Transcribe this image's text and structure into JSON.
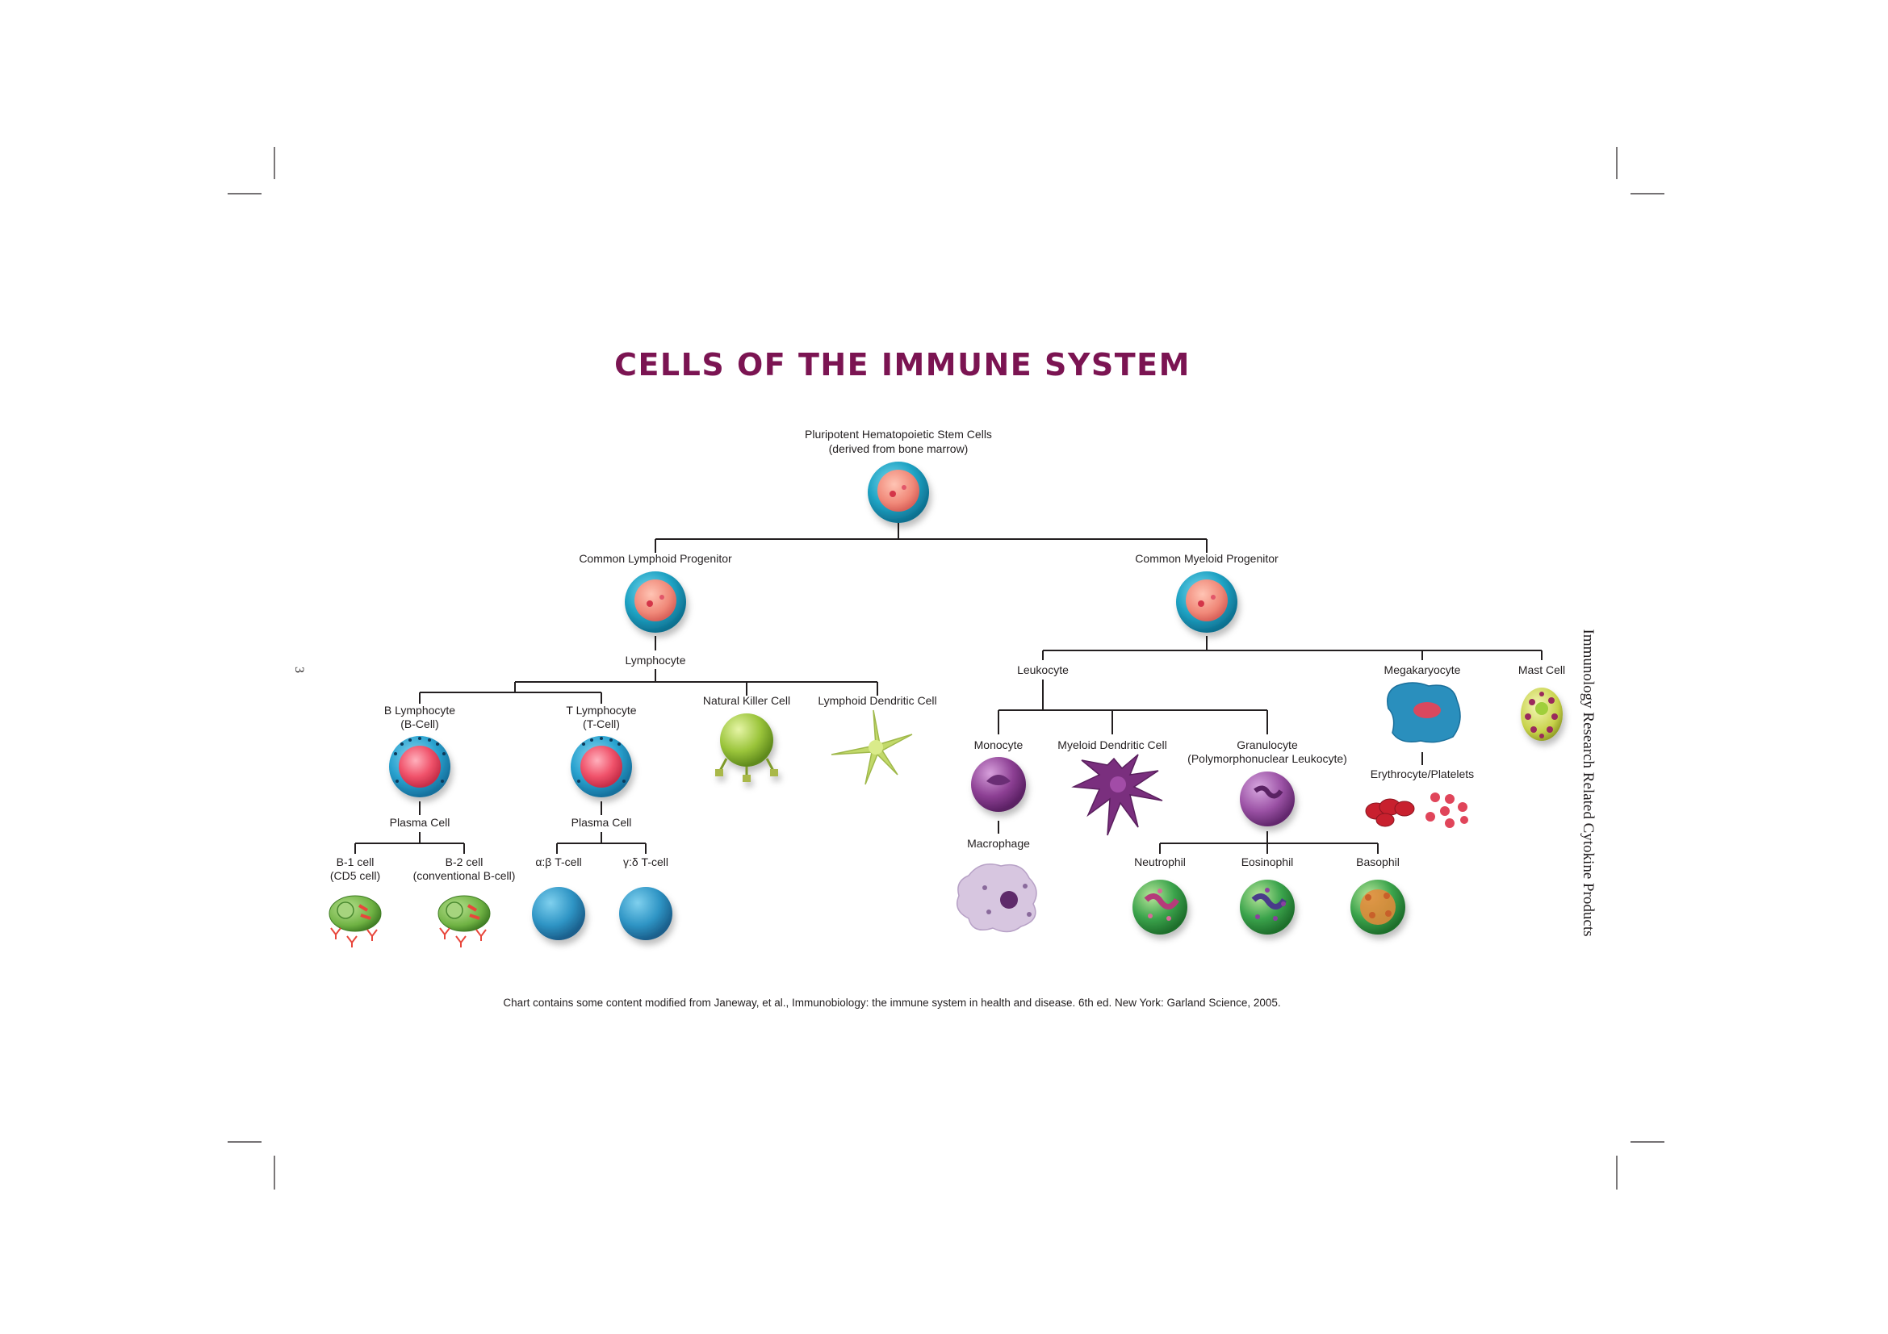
{
  "title": "CELLS OF THE IMMUNE SYSTEM",
  "side_text": "Immunology Research Related Cytokine Products",
  "page_number": "3",
  "footnote": "Chart contains some content modified from Janeway, et al., Immunobiology: the immune system in health and disease. 6th ed. New York: Garland Science, 2005.",
  "nodes": {
    "stem": [
      "Pluripotent Hematopoietic Stem Cells",
      "(derived from bone marrow)"
    ],
    "clp": "Common Lymphoid Progenitor",
    "cmp": "Common Myeloid Progenitor",
    "lymphocyte": "Lymphocyte",
    "leukocyte": "Leukocyte",
    "megakaryocyte": "Megakaryocyte",
    "mast": "Mast Cell",
    "b_lymph": [
      "B Lymphocyte",
      "(B-Cell)"
    ],
    "t_lymph": [
      "T Lymphocyte",
      "(T-Cell)"
    ],
    "nk": "Natural Killer Cell",
    "ldc": "Lymphoid Dendritic Cell",
    "monocyte": "Monocyte",
    "mdc": "Myeloid Dendritic Cell",
    "granulocyte": [
      "Granulocyte",
      "(Polymorphonuclear Leukocyte)"
    ],
    "erythro": "Erythrocyte/Platelets",
    "plasma_b": "Plasma Cell",
    "plasma_t": "Plasma Cell",
    "macrophage": "Macrophage",
    "b1": [
      "B-1 cell",
      "(CD5 cell)"
    ],
    "b2": [
      "B-2 cell",
      "(conventional B-cell)"
    ],
    "ab_t": "α:β T-cell",
    "gd_t": "γ:δ T-cell",
    "neutrophil": "Neutrophil",
    "eosinophil": "Eosinophil",
    "basophil": "Basophil"
  },
  "colors": {
    "title": "#7b1452",
    "progenitor_ring": "#1fa3c4",
    "progenitor_core": "#f0897a",
    "lymph_ring": "#2aa3d0",
    "lymph_core": "#f0536b",
    "t_cell": "#2f95c5",
    "nk": "#9ac43a",
    "ldc": "#c2d96a",
    "monocyte": "#8c3f93",
    "mdc": "#7a2f7e",
    "granulocyte": "#9c53a6",
    "macrophage": "#d7c6e0",
    "plasma_green": "#6fb243",
    "antibody": "#e8473c",
    "megakaryocyte": "#2a8fbd",
    "mast": "#b7c43b",
    "erythrocyte": "#c8202e",
    "platelet": "#e0455a",
    "neutrophil": "#3aa34b",
    "eosinophil": "#3aa34b",
    "basophil": "#4aa84b"
  }
}
